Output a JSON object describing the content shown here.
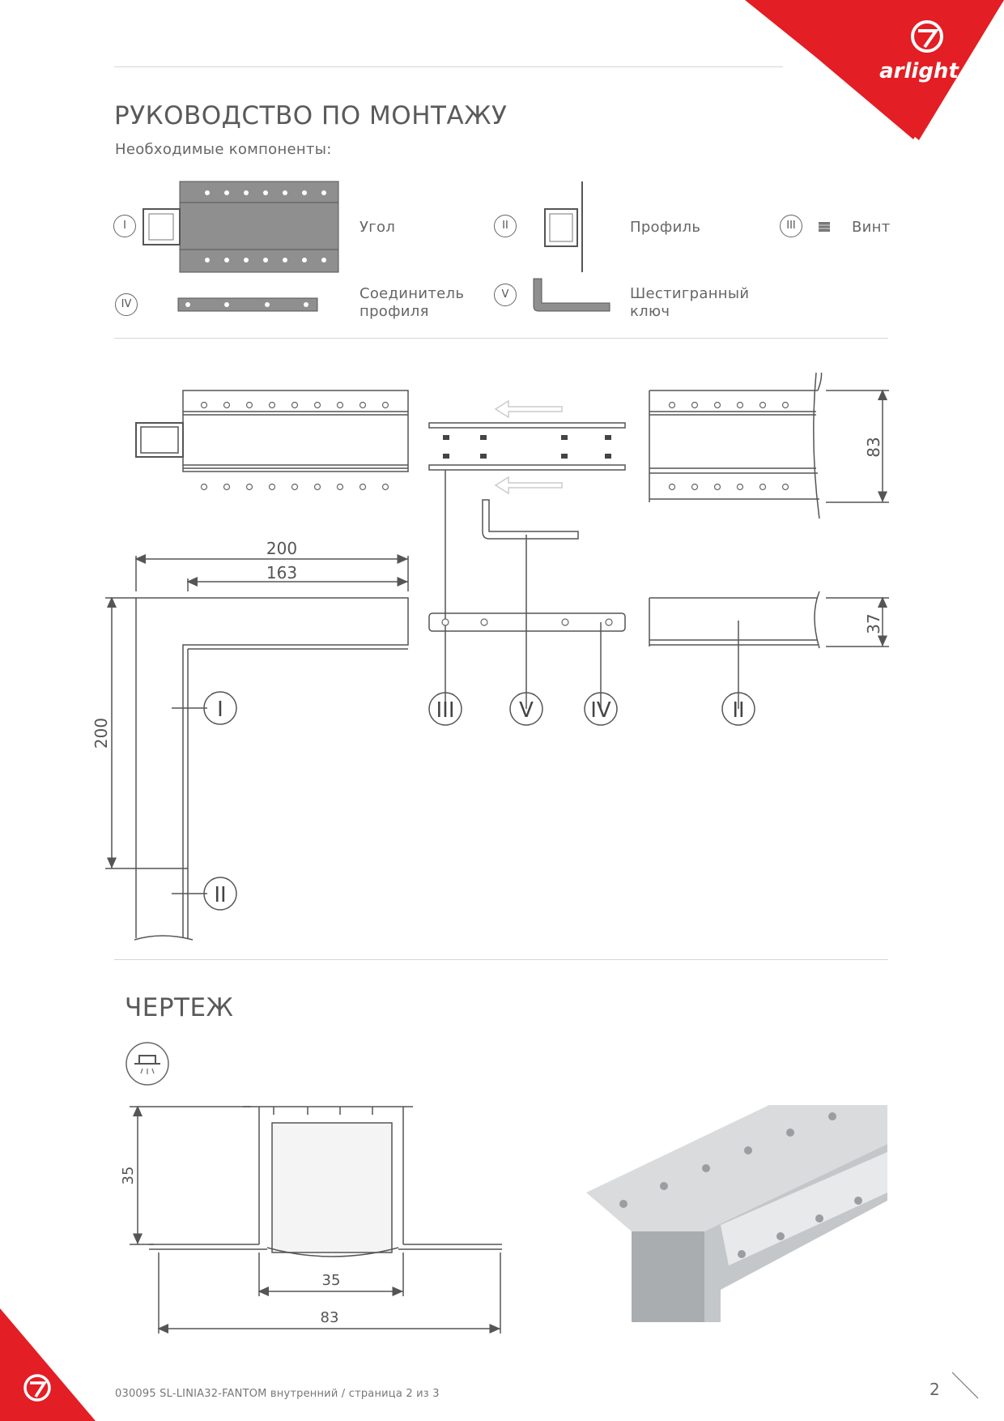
{
  "brand": {
    "name": "arlight",
    "accent": "#e31e24"
  },
  "header": {
    "title": "РУКОВОДСТВО ПО МОНТАЖУ",
    "subtitle": "Необходимые компоненты:"
  },
  "components": [
    {
      "num": "I",
      "label": "Угол"
    },
    {
      "num": "II",
      "label": "Профиль"
    },
    {
      "num": "III",
      "label": "Винт"
    },
    {
      "num": "IV",
      "label": "Соединитель профиля"
    },
    {
      "num": "V",
      "label": "Шестигранный ключ"
    }
  ],
  "assembly": {
    "dims": {
      "width_total": "200",
      "width_inner": "163",
      "height": "200",
      "profile_width": "83",
      "profile_height": "37"
    },
    "callouts": [
      "I",
      "II",
      "III",
      "V",
      "IV",
      "II"
    ]
  },
  "drawing": {
    "title": "ЧЕРТЕЖ",
    "icon": "recessed-ceiling-icon",
    "dims": {
      "height": "35",
      "inner_width": "35",
      "total_width": "83"
    }
  },
  "footer": {
    "code": "030095 SL-LINIA32-FANTOM внутренний / страница 2 из 3",
    "page": "2"
  }
}
